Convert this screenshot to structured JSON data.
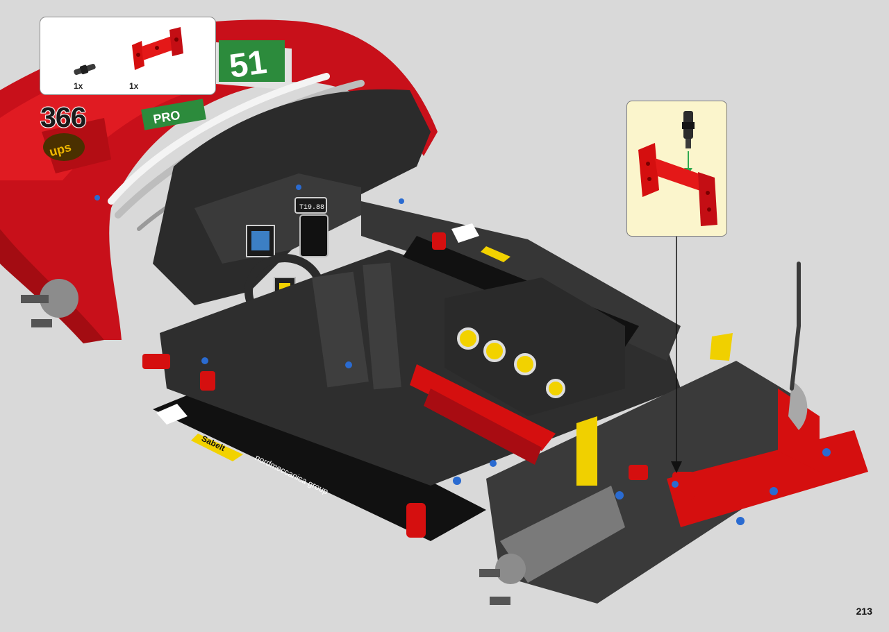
{
  "step": {
    "number": "366"
  },
  "parts_list": {
    "items": [
      {
        "quantity": "1x",
        "part": "axle-pin-connector",
        "color": "#3a3a3a"
      },
      {
        "quantity": "1x",
        "part": "h-beam-connector",
        "color": "#d50f0f"
      }
    ]
  },
  "callout": {
    "arrow_color": "#2fa84f"
  },
  "model": {
    "primary_color": "#d50f0f",
    "secondary_color": "#2b2b2b",
    "accent_color": "#f0d000"
  },
  "decals": {
    "hood_number": "51",
    "hood_sponsor": "ups",
    "side_sponsor": "PRO",
    "chassis_brand": "Sabelt",
    "chassis_sponsor": "nordmeccanica group",
    "dash_display": "T19.88"
  },
  "page": {
    "number": "213"
  }
}
